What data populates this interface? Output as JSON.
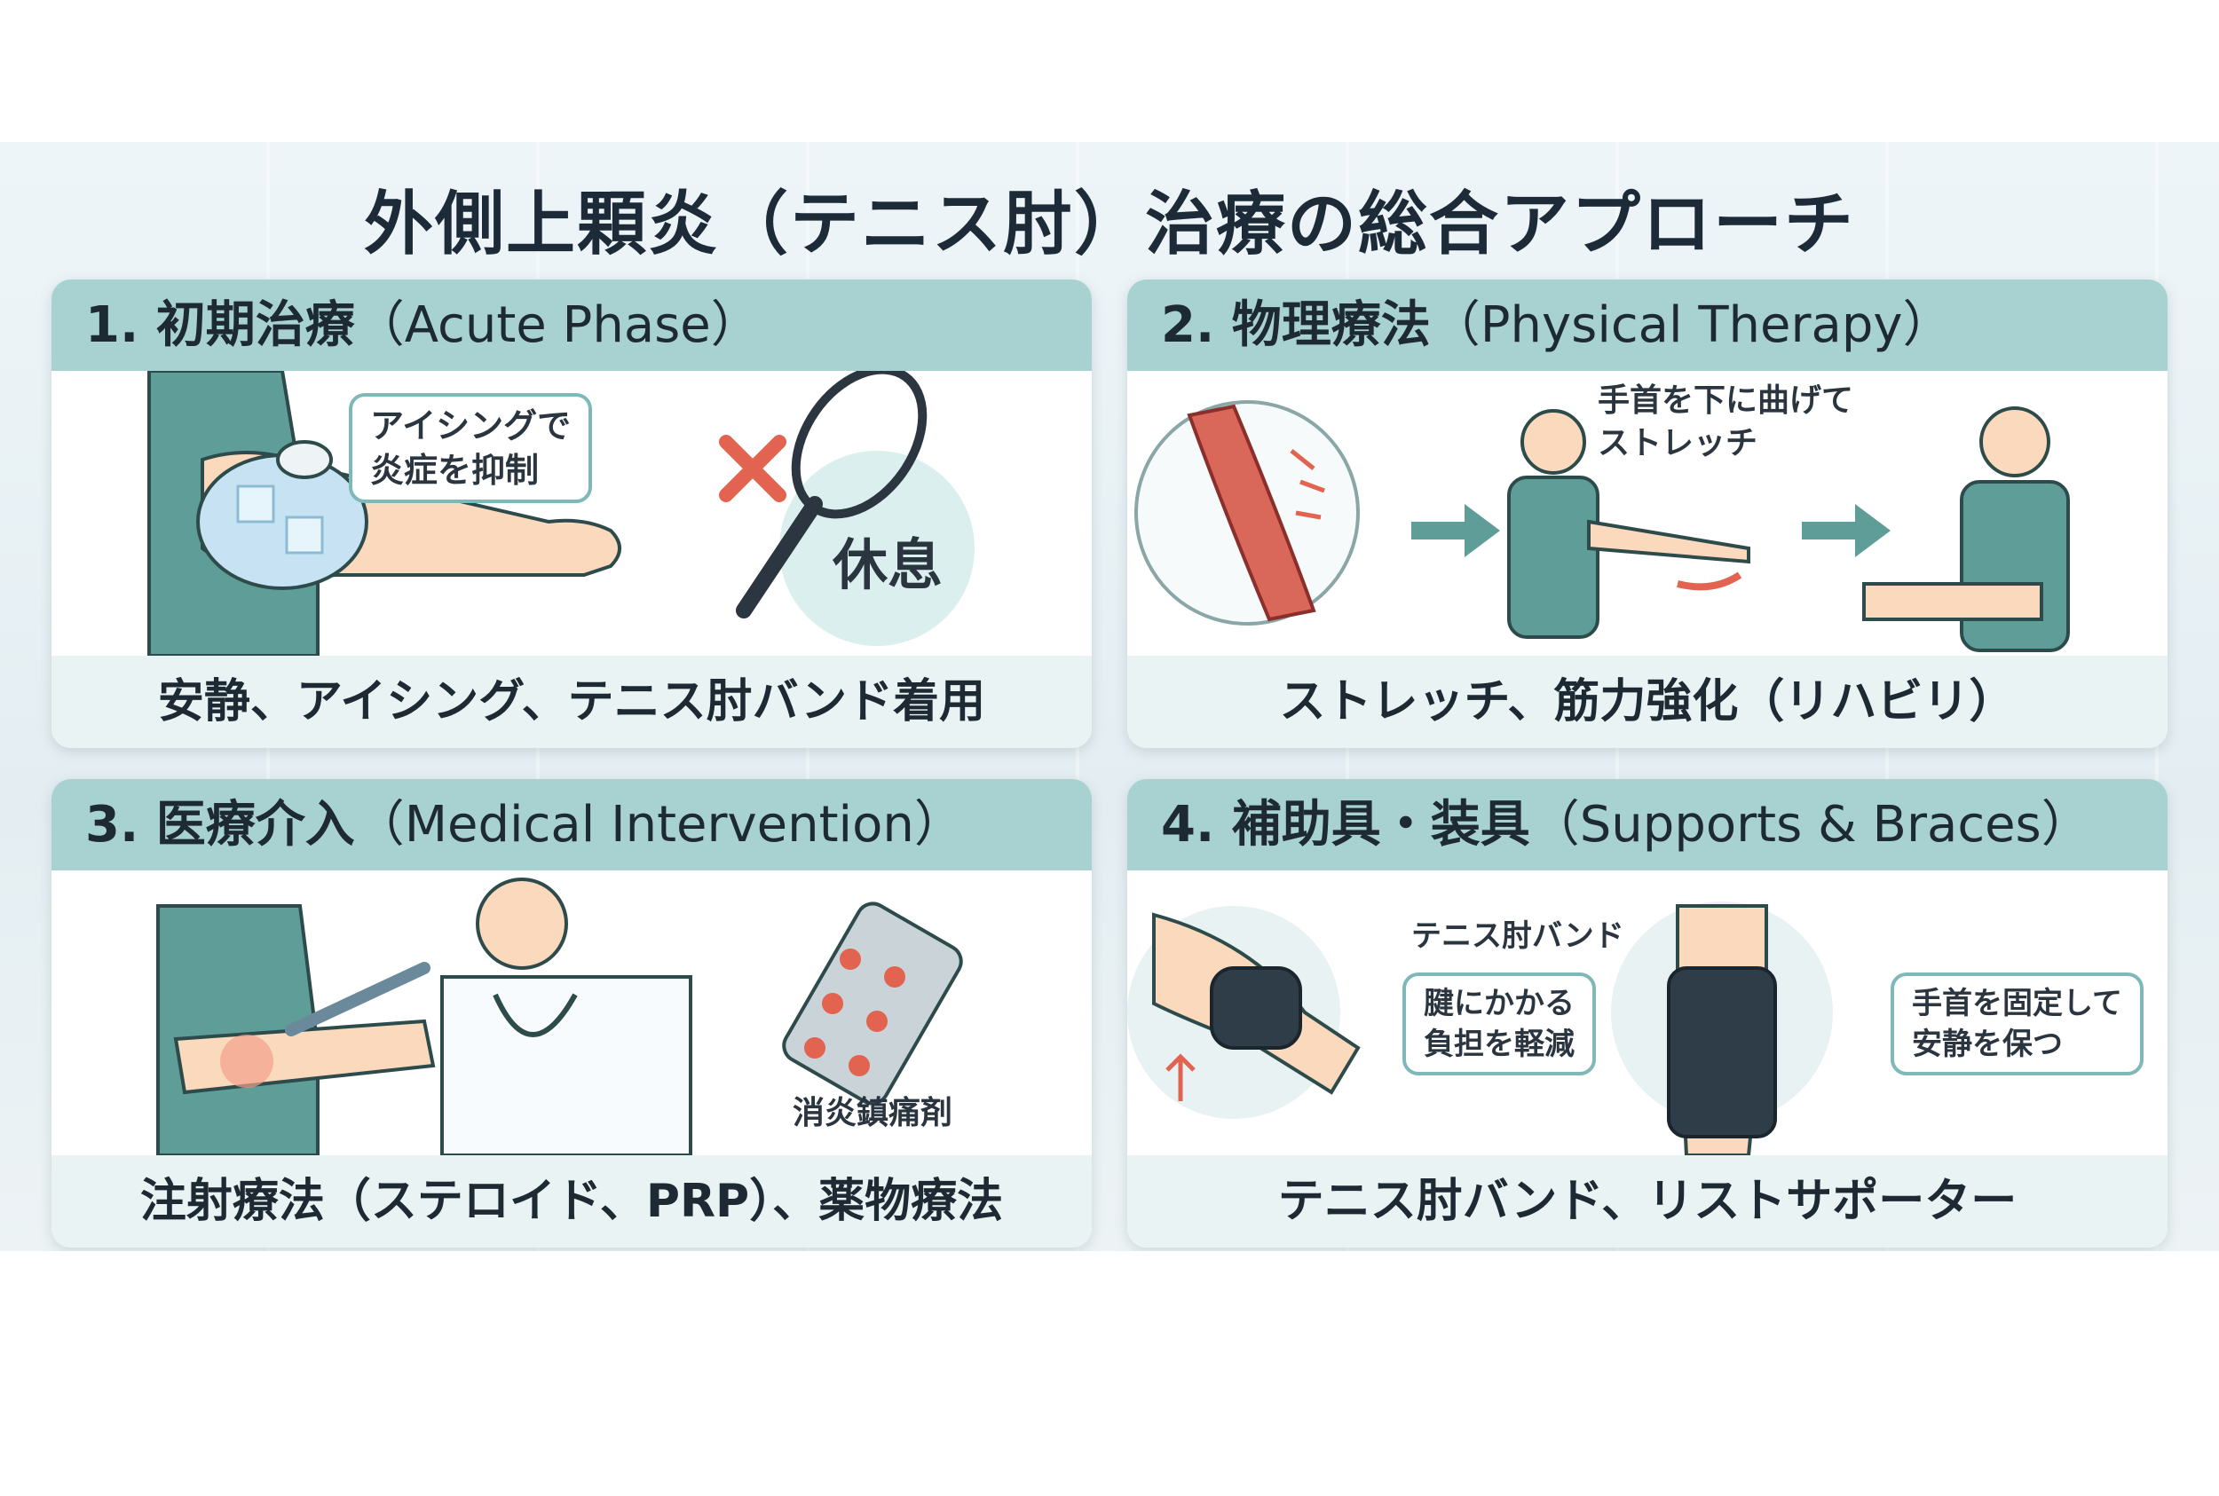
{
  "title": "外側上顆炎（テニス肘）治療の総合アプローチ",
  "panels": [
    {
      "jp": "1. 初期治療",
      "en": "（Acute Phase）",
      "footer": "安静、アイシング、テニス肘バンド着用",
      "bubble": "アイシングで\n炎症を抑制",
      "badge": "休息"
    },
    {
      "jp": "2. 物理療法",
      "en": "（Physical Therapy）",
      "footer": "ストレッチ、筋力強化（リハビリ）",
      "bubble": "手首を下に曲げて\nストレッチ"
    },
    {
      "jp": "3. 医療介入",
      "en": "（Medical Intervention）",
      "footer": "注射療法（ステロイド、PRP）、薬物療法",
      "label": "消炎鎮痛剤"
    },
    {
      "jp": "4. 補助具・装具",
      "en": "（Supports & Braces）",
      "footer": "テニス肘バンド、リストサポーター",
      "band_label": "テニス肘バンド",
      "bubble1": "腱にかかる\n負担を軽減",
      "bubble2": "手首を固定して\n安静を保つ"
    }
  ],
  "colors": {
    "header": "#a8d2d2",
    "footer": "#e9f3f4",
    "shirt": "#5f9e98",
    "skin": "#fbd9bd",
    "accent_red": "#e2634f"
  }
}
